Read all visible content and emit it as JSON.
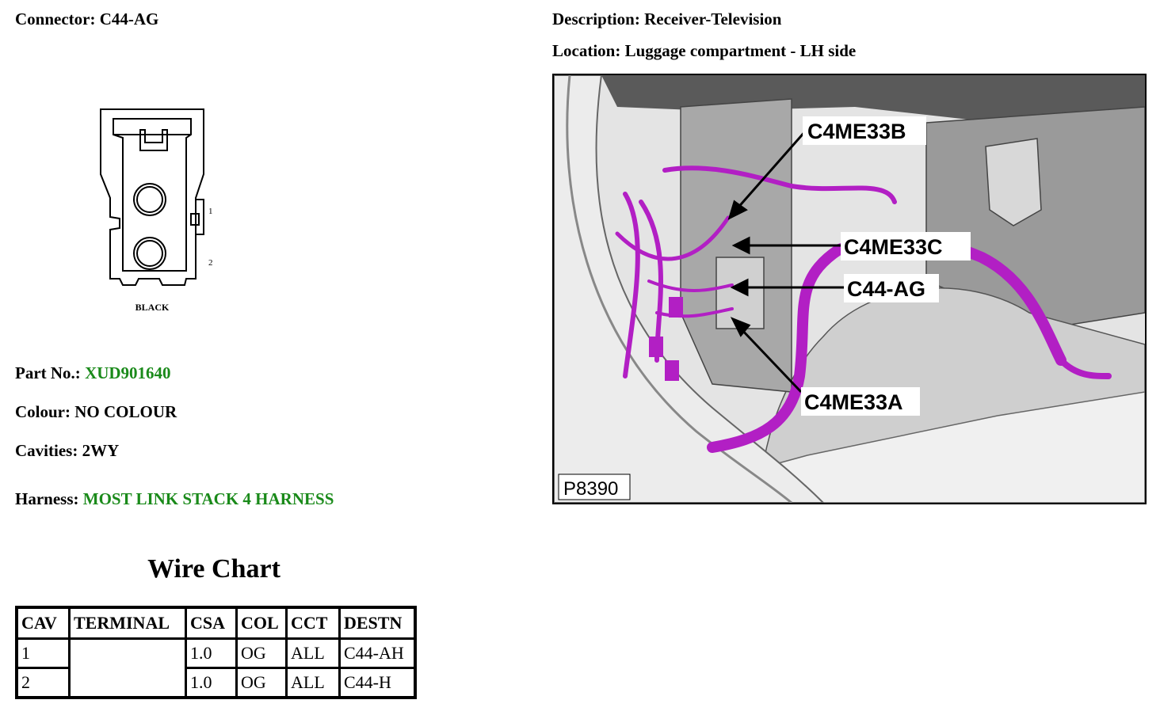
{
  "connector": {
    "label": "Connector:",
    "value": "C44-AG"
  },
  "description": {
    "label": "Description:",
    "value": "Receiver-Television"
  },
  "location": {
    "label": "Location:",
    "value": "Luggage compartment - LH side"
  },
  "part_no": {
    "label": "Part No.:",
    "value": "XUD901640"
  },
  "colour": {
    "label": "Colour:",
    "value": "NO COLOUR"
  },
  "cavities": {
    "label": "Cavities:",
    "value": "2WY"
  },
  "harness": {
    "label": "Harness:",
    "value": "MOST LINK STACK 4 HARNESS"
  },
  "drawing": {
    "pin_1": "1",
    "pin_2": "2",
    "colour_text": "BLACK"
  },
  "wire_chart": {
    "title": "Wire Chart",
    "headers": [
      "CAV",
      "TERMINAL",
      "CSA",
      "COL",
      "CCT",
      "DESTN"
    ],
    "rows": [
      {
        "cav": "1",
        "terminal": "",
        "csa": "1.0",
        "col": "OG",
        "cct": "ALL",
        "destn": "C44-AH"
      },
      {
        "cav": "2",
        "terminal": "",
        "csa": "1.0",
        "col": "OG",
        "cct": "ALL",
        "destn": "C44-H"
      }
    ]
  },
  "figure": {
    "reference": "P8390",
    "callouts": [
      "C4ME33B",
      "C4ME33C",
      "C44-AG",
      "C4ME33A"
    ]
  },
  "colors": {
    "link_green": "#1a8a1a",
    "harness_magenta": "#b21fc4"
  }
}
